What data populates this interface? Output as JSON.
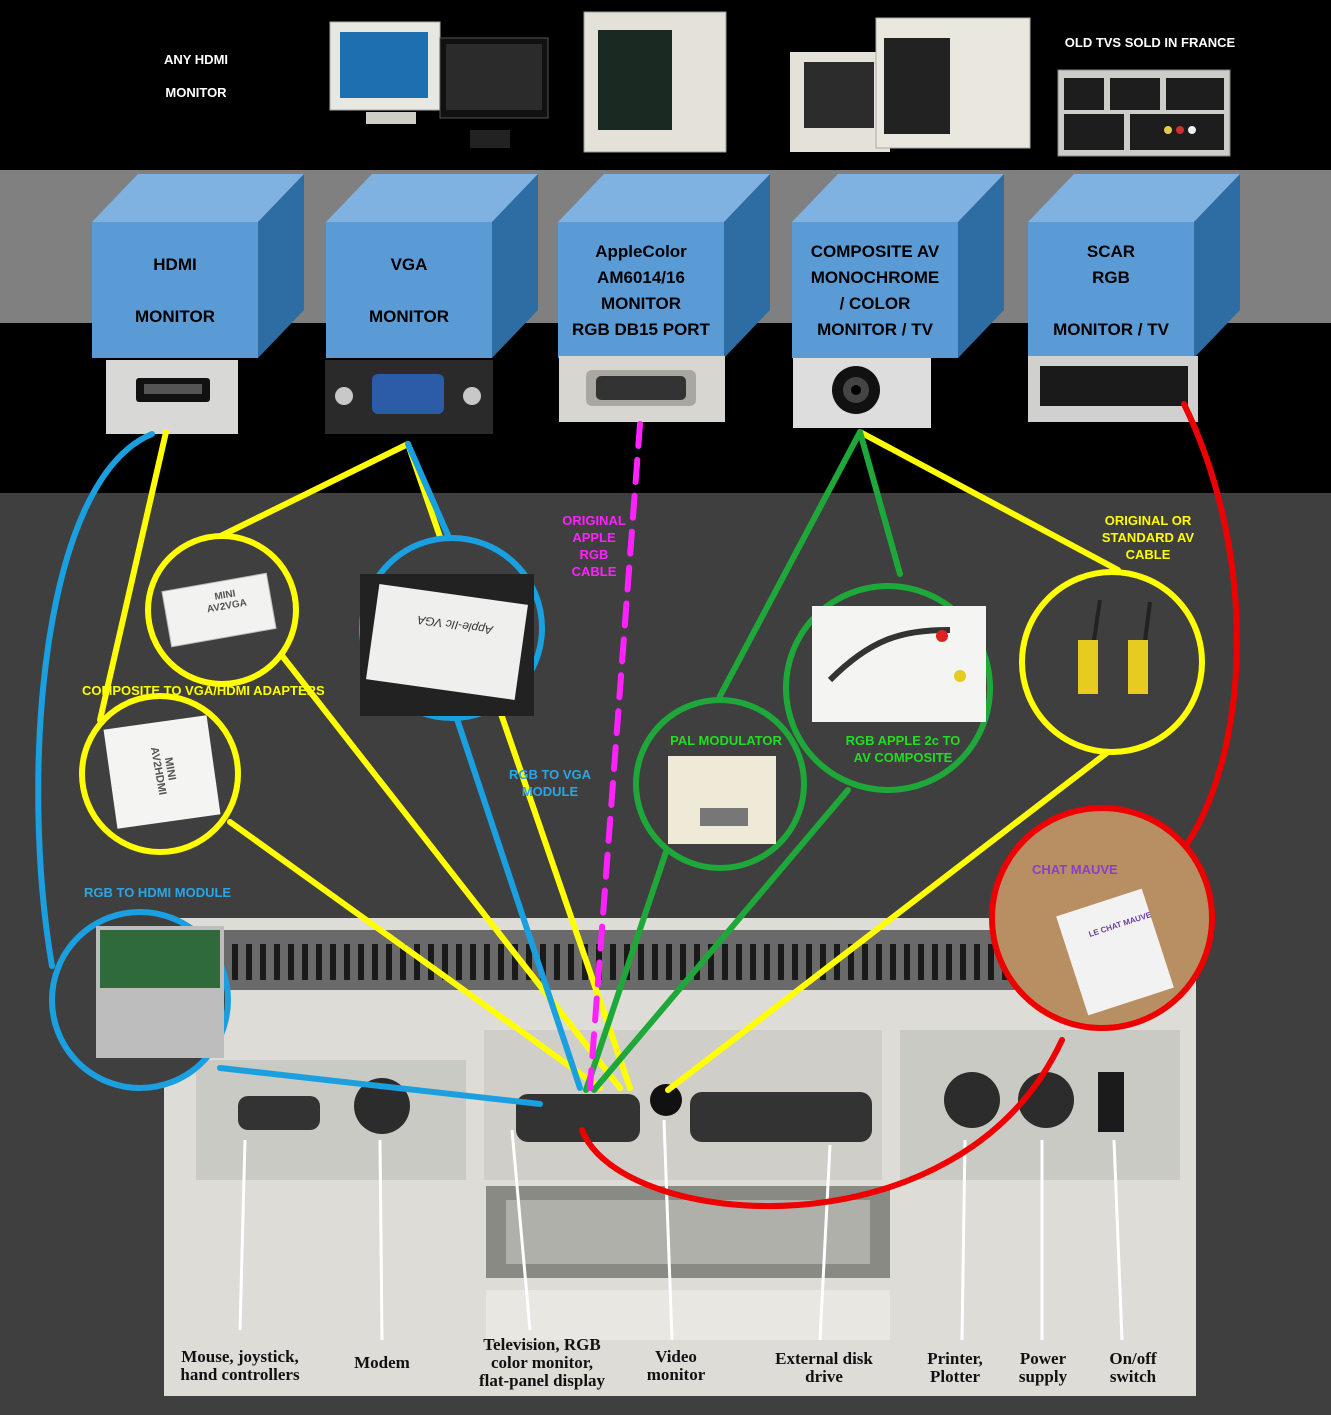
{
  "header": {
    "any_hdmi_line1": "ANY HDMI",
    "any_hdmi_line2": "MONITOR",
    "old_tvs": "OLD TVS SOLD IN FRANCE"
  },
  "boxes": [
    {
      "id": "hdmi",
      "lines": [
        "HDMI",
        "",
        "MONITOR"
      ]
    },
    {
      "id": "vga",
      "lines": [
        "VGA",
        "",
        "MONITOR"
      ]
    },
    {
      "id": "applecolor",
      "lines": [
        "AppleColor",
        "AM6014/16",
        "MONITOR",
        "RGB DB15 PORT"
      ]
    },
    {
      "id": "composite",
      "lines": [
        "COMPOSITE  AV",
        "MONOCHROME",
        "/ COLOR",
        "MONITOR  / TV"
      ]
    },
    {
      "id": "scart",
      "lines": [
        "SCAR",
        "RGB",
        "",
        "MONITOR / TV"
      ]
    }
  ],
  "labels": {
    "original_apple_rgb_cable": [
      "ORIGINAL",
      "APPLE",
      "RGB",
      "CABLE"
    ],
    "original_or_standard_av": [
      "ORIGINAL OR",
      "STANDARD AV",
      "CABLE"
    ],
    "composite_adapters": "COMPOSITE TO VGA/HDMI ADAPTERS",
    "rgb_to_vga": [
      "RGB TO VGA",
      "MODULE"
    ],
    "pal_modulator": "PAL MODULATOR",
    "rgb_apple2c_to_av": [
      "RGB APPLE 2c TO",
      "AV COMPOSITE"
    ],
    "rgb_to_hdmi": "RGB TO HDMI MODULE",
    "chat_mauve": "CHAT MAUVE"
  },
  "device_text": {
    "mini_av2vga": [
      "MINI",
      "AV2VGA"
    ],
    "mini_av2hdmi": [
      "MINI",
      "AV2HDMI"
    ],
    "apple_iic_vga": "Apple-IIc VGA",
    "le_chat_mauve": "LE CHAT MAUVE"
  },
  "port_captions": [
    {
      "id": "mouse",
      "lines": [
        "Mouse, joystick,",
        "hand controllers"
      ]
    },
    {
      "id": "modem",
      "lines": [
        "Modem"
      ]
    },
    {
      "id": "television",
      "lines": [
        "Television, RGB",
        "color monitor,",
        "flat-panel display"
      ]
    },
    {
      "id": "video",
      "lines": [
        "Video",
        "monitor"
      ]
    },
    {
      "id": "disk",
      "lines": [
        "External disk",
        "drive"
      ]
    },
    {
      "id": "printer",
      "lines": [
        "Printer,",
        "Plotter"
      ]
    },
    {
      "id": "power",
      "lines": [
        "Power",
        "supply"
      ]
    },
    {
      "id": "switch",
      "lines": [
        "On/off",
        "switch"
      ]
    }
  ],
  "colors": {
    "box_front": "#5b9bd5",
    "box_side": "#2e6da4",
    "box_top": "#7fb1e1",
    "yellow": "#ffff00",
    "cyan": "#1aa0e0",
    "green": "#1fa83a",
    "red": "#ee0000",
    "magenta": "#ff22ff"
  }
}
